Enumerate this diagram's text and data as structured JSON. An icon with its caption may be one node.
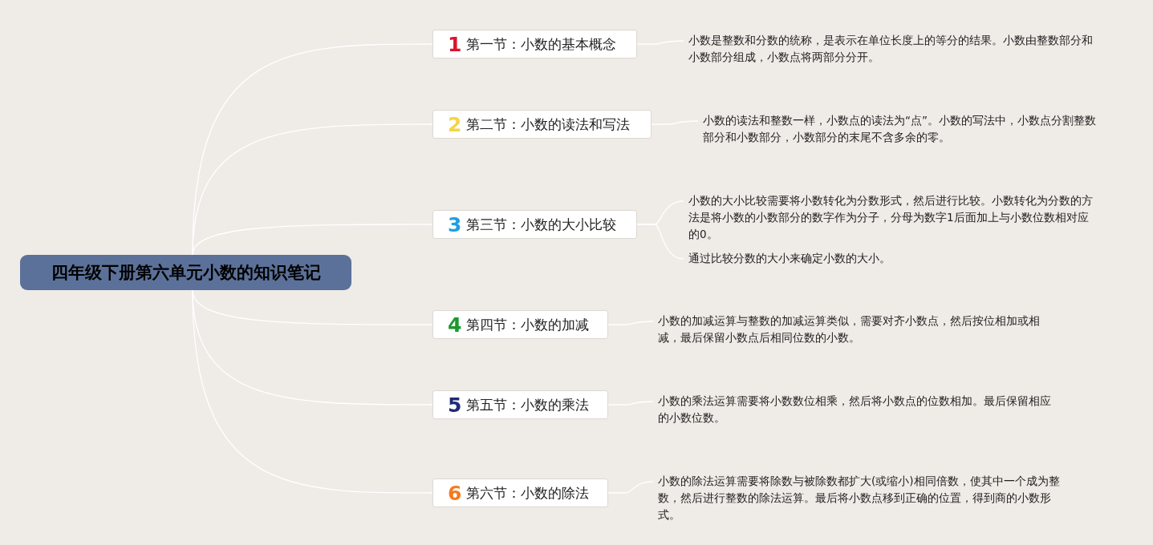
{
  "diagram": {
    "nodes": [
      {
        "text": [
          "四年级下册第六单元小数的知识笔记"
        ]
      },
      {
        "text": [
          "1",
          "第一节：小数的基本概念"
        ]
      },
      {
        "text": [
          "2",
          "第二节：小数的读法和写法"
        ]
      },
      {
        "text": [
          "3",
          "第三节：小数的大小比较"
        ]
      },
      {
        "text": [
          "4",
          "第四节：小数的加减"
        ]
      },
      {
        "text": [
          "5",
          "第五节：小数的乘法"
        ]
      },
      {
        "text": [
          "6",
          "第六节：小数的除法"
        ]
      },
      {
        "text": [
          "小数是整数和分数的统称，是表示在单位长度上的等分的结果。小数由整数部分和小数部分组成，小数点将两部分分开。"
        ]
      },
      {
        "text": [
          "小数的读法和整数一样，小数点的读法为“点”。小数的写法中，小数点分割整数部分和小数部分，小数部分的末尾不含多余的零。"
        ]
      },
      {
        "text": [
          "小数的大小比较需要将小数转化为分数形式，然后进行比较。小数转化为分数的方法是将小数的小数部分的数字作为分子，分母为数字1后面加上与小数位数相对应的0。"
        ]
      },
      {
        "text": [
          "通过比较分数的大小来确定小数的大小。"
        ]
      },
      {
        "text": [
          "小数的加减运算与整数的加减运算类似，需要对齐小数点，然后按位相加或相减，最后保留小数点后相同位数的小数。"
        ]
      },
      {
        "text": [
          "小数的乘法运算需要将小数数位相乘，然后将小数点的位数相加。最后保留相应的小数位数。"
        ]
      },
      {
        "text": [
          "小数的除法运算需要将除数与被除数都扩大(或缩小)相同倍数，使其中一个成为整数，然后进行整数的除法运算。最后将小数点移到正确的位置，得到商的小数形式。"
        ]
      }
    ],
    "edges": [
      {
        "from": 0,
        "to": 1,
        "arrow": "none"
      },
      {
        "from": 0,
        "to": 2,
        "arrow": "none"
      },
      {
        "from": 0,
        "to": 3,
        "arrow": "none"
      },
      {
        "from": 0,
        "to": 4,
        "arrow": "none"
      },
      {
        "from": 0,
        "to": 5,
        "arrow": "none"
      },
      {
        "from": 0,
        "to": 6,
        "arrow": "none"
      },
      {
        "from": 1,
        "to": 7,
        "arrow": "none"
      },
      {
        "from": 2,
        "to": 8,
        "arrow": "none"
      },
      {
        "from": 3,
        "to": 9,
        "arrow": "none"
      },
      {
        "from": 3,
        "to": 10,
        "arrow": "none"
      },
      {
        "from": 4,
        "to": 11,
        "arrow": "none"
      },
      {
        "from": 5,
        "to": 12,
        "arrow": "none"
      },
      {
        "from": 6,
        "to": 13,
        "arrow": "none"
      }
    ]
  }
}
